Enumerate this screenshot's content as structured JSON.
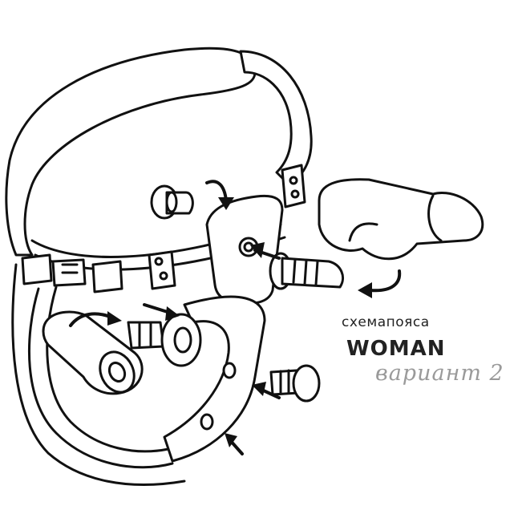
{
  "caption": {
    "line1": "схемапояса",
    "line2": "WOMAN",
    "line3": "вариант 2"
  },
  "colors": {
    "ink": "#111111",
    "caption_dark": "#222222",
    "caption_grey": "#9a9a9a",
    "background": "#ffffff"
  }
}
